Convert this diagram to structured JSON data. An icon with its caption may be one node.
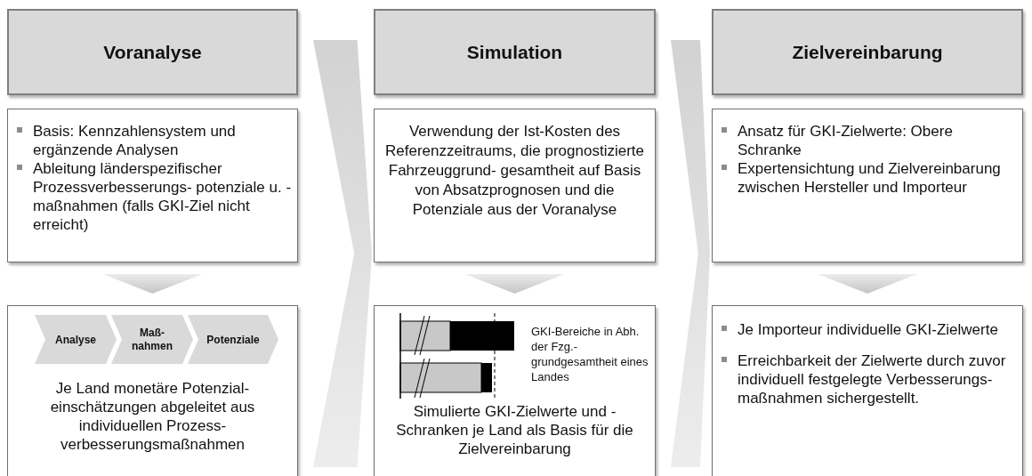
{
  "diagram": {
    "nodes": [
      {
        "text": [
          "Voranalyse"
        ]
      },
      {
        "text": [
          "Basis: Kennzahlensystem und ergänzende Analysen",
          "Ableitung länderspezifischer Prozessverbesserungs- potenziale u. -maßnahmen (falls GKI-Ziel nicht erreicht)"
        ]
      },
      {
        "text": [
          "Je Land monetäre Potenzial- einschätzungen abgeleitet aus individuellen Prozess- verbesserungsmaßnahmen"
        ]
      },
      {
        "text": [
          "Analyse"
        ],
        "in": 2
      },
      {
        "text": [
          "Maß- nahmen"
        ],
        "in": 2
      },
      {
        "text": [
          "Potenziale"
        ],
        "in": 2
      },
      {
        "text": [
          "Simulation"
        ]
      },
      {
        "text": [
          "Verwendung der Ist-Kosten des Referenzzeitraums, die prognostizierte Fahrzeuggrund- gesamtheit auf Basis von Absatzprognosen und die Potenziale aus der Voranalyse"
        ]
      },
      {
        "text": [
          "GKI-Bereiche in Abh. der Fzg.- grundgesamtheit eines Landes",
          "Simulierte GKI-Zielwerte und -Schranken je Land als Basis für die Zielvereinbarung"
        ]
      },
      {
        "text": [
          "Zielvereinbarung"
        ]
      },
      {
        "text": [
          "Ansatz für GKI-Zielwerte: Obere Schranke",
          "Expertensichtung und Zielvereinbarung zwischen Hersteller und Importeur"
        ]
      },
      {
        "text": [
          "Je Importeur individuelle GKI-Zielwerte",
          "Erreichbarkeit der Zielwerte durch zuvor individuell festgelegte Verbesserungs- maßnahmen sichergestellt."
        ]
      }
    ],
    "edges": [
      {
        "from": 0,
        "to": 6,
        "arrow": "to"
      },
      {
        "from": 6,
        "to": 9,
        "arrow": "to"
      },
      {
        "from": 1,
        "to": 2,
        "arrow": "to"
      },
      {
        "from": 7,
        "to": 8,
        "arrow": "to"
      },
      {
        "from": 10,
        "to": 11,
        "arrow": "to"
      }
    ]
  }
}
